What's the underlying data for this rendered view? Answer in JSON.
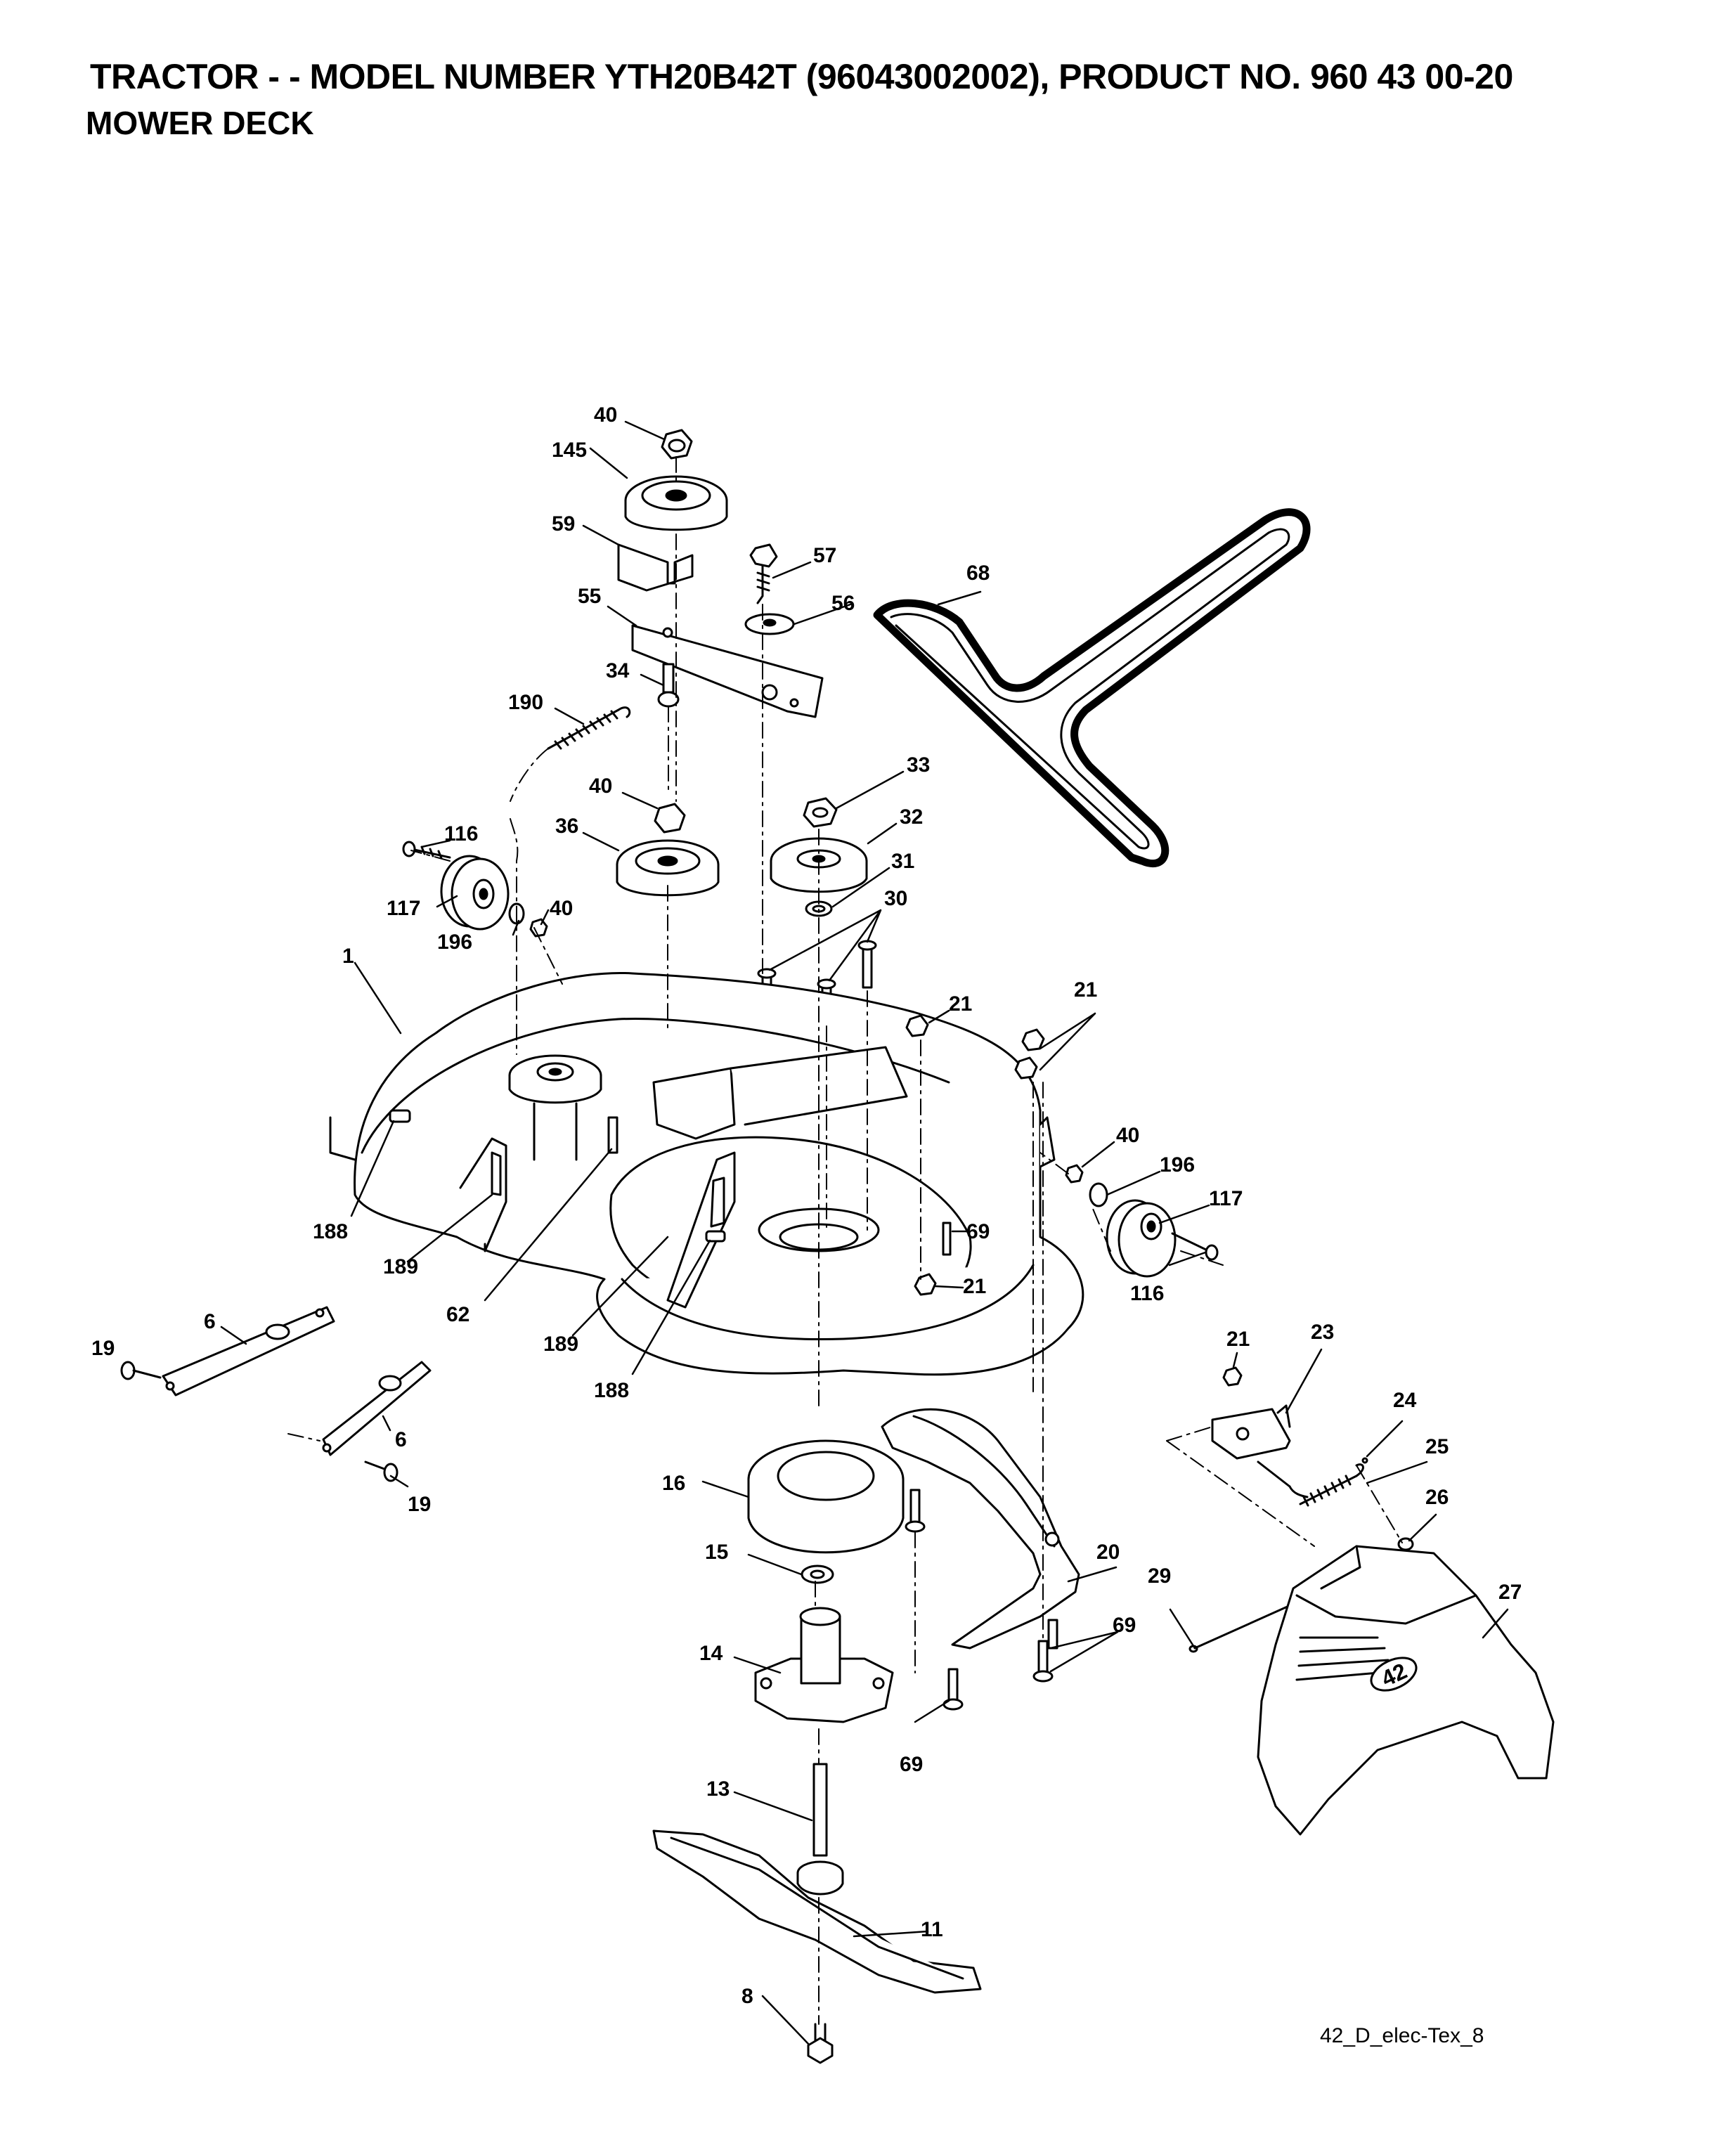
{
  "header": {
    "title": "TRACTOR - - MODEL NUMBER YTH20B42T (96043002002), PRODUCT NO. 960 43 00-20",
    "subtitle": "MOWER DECK"
  },
  "footer": {
    "code": "42_D_elec-Tex_8"
  },
  "diagram": {
    "chute_logo": "42",
    "callouts": [
      {
        "id": "c40a",
        "label": "40"
      },
      {
        "id": "c145",
        "label": "145"
      },
      {
        "id": "c59",
        "label": "59"
      },
      {
        "id": "c57",
        "label": "57"
      },
      {
        "id": "c68",
        "label": "68"
      },
      {
        "id": "c55",
        "label": "55"
      },
      {
        "id": "c56",
        "label": "56"
      },
      {
        "id": "c34",
        "label": "34"
      },
      {
        "id": "c190",
        "label": "190"
      },
      {
        "id": "c33",
        "label": "33"
      },
      {
        "id": "c40b",
        "label": "40"
      },
      {
        "id": "c32",
        "label": "32"
      },
      {
        "id": "c36",
        "label": "36"
      },
      {
        "id": "c116a",
        "label": "116"
      },
      {
        "id": "c31",
        "label": "31"
      },
      {
        "id": "c30",
        "label": "30"
      },
      {
        "id": "c117a",
        "label": "117"
      },
      {
        "id": "c40c",
        "label": "40"
      },
      {
        "id": "c196a",
        "label": "196"
      },
      {
        "id": "c1",
        "label": "1"
      },
      {
        "id": "c21a",
        "label": "21"
      },
      {
        "id": "c21b",
        "label": "21"
      },
      {
        "id": "c40d",
        "label": "40"
      },
      {
        "id": "c196b",
        "label": "196"
      },
      {
        "id": "c117b",
        "label": "117"
      },
      {
        "id": "c188a",
        "label": "188"
      },
      {
        "id": "c69a",
        "label": "69"
      },
      {
        "id": "c189a",
        "label": "189"
      },
      {
        "id": "c21c",
        "label": "21"
      },
      {
        "id": "c116b",
        "label": "116"
      },
      {
        "id": "c62",
        "label": "62"
      },
      {
        "id": "c189b",
        "label": "189"
      },
      {
        "id": "c6a",
        "label": "6"
      },
      {
        "id": "c19a",
        "label": "19"
      },
      {
        "id": "c21d",
        "label": "21"
      },
      {
        "id": "c23",
        "label": "23"
      },
      {
        "id": "c188b",
        "label": "188"
      },
      {
        "id": "c24",
        "label": "24"
      },
      {
        "id": "c6b",
        "label": "6"
      },
      {
        "id": "c25",
        "label": "25"
      },
      {
        "id": "c19b",
        "label": "19"
      },
      {
        "id": "c16",
        "label": "16"
      },
      {
        "id": "c26",
        "label": "26"
      },
      {
        "id": "c15",
        "label": "15"
      },
      {
        "id": "c20",
        "label": "20"
      },
      {
        "id": "c29",
        "label": "29"
      },
      {
        "id": "c27",
        "label": "27"
      },
      {
        "id": "c14",
        "label": "14"
      },
      {
        "id": "c69b",
        "label": "69"
      },
      {
        "id": "c69c",
        "label": "69"
      },
      {
        "id": "c13",
        "label": "13"
      },
      {
        "id": "c11",
        "label": "11"
      },
      {
        "id": "c8",
        "label": "8"
      }
    ]
  }
}
